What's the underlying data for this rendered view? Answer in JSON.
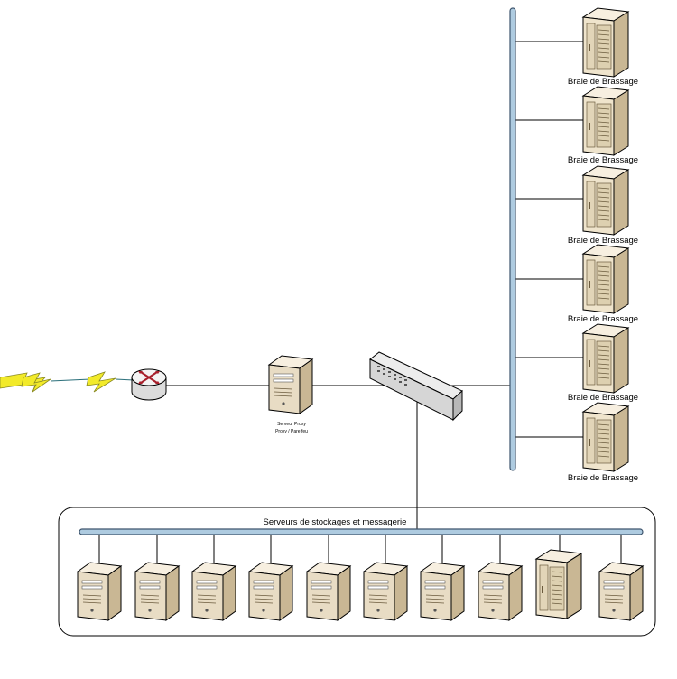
{
  "colors": {
    "line": "#000000",
    "bus_fill": "#aecbe0",
    "bus_stroke": "#3e556d",
    "device_light": "#f7efe0",
    "device_mid": "#e8dcc4",
    "device_dark": "#c9b794",
    "lightning": "#f2ea2a",
    "router_arrow": "#a8202c"
  },
  "patch_bays": [
    {
      "label": "Braie de Brassage"
    },
    {
      "label": "Braie de Brassage"
    },
    {
      "label": "Braie de Brassage"
    },
    {
      "label": "Braie de Brassage"
    },
    {
      "label": "Braie de Brassage"
    },
    {
      "label": "Braie de Brassage"
    }
  ],
  "proxy": {
    "line1": "Serveur Proxy",
    "line2": "Proxy / Pare feu"
  },
  "storage_group": {
    "title": "Serveurs de stockages et messagerie",
    "servers": [
      "tower",
      "tower",
      "tower",
      "tower",
      "tower",
      "tower",
      "tower",
      "tower",
      "rack",
      "tower"
    ]
  },
  "icons": {
    "router": "router-icon",
    "switch": "switch-icon",
    "wan_link": "lightning-icon",
    "server": "server-icon",
    "rack": "rack-icon"
  }
}
